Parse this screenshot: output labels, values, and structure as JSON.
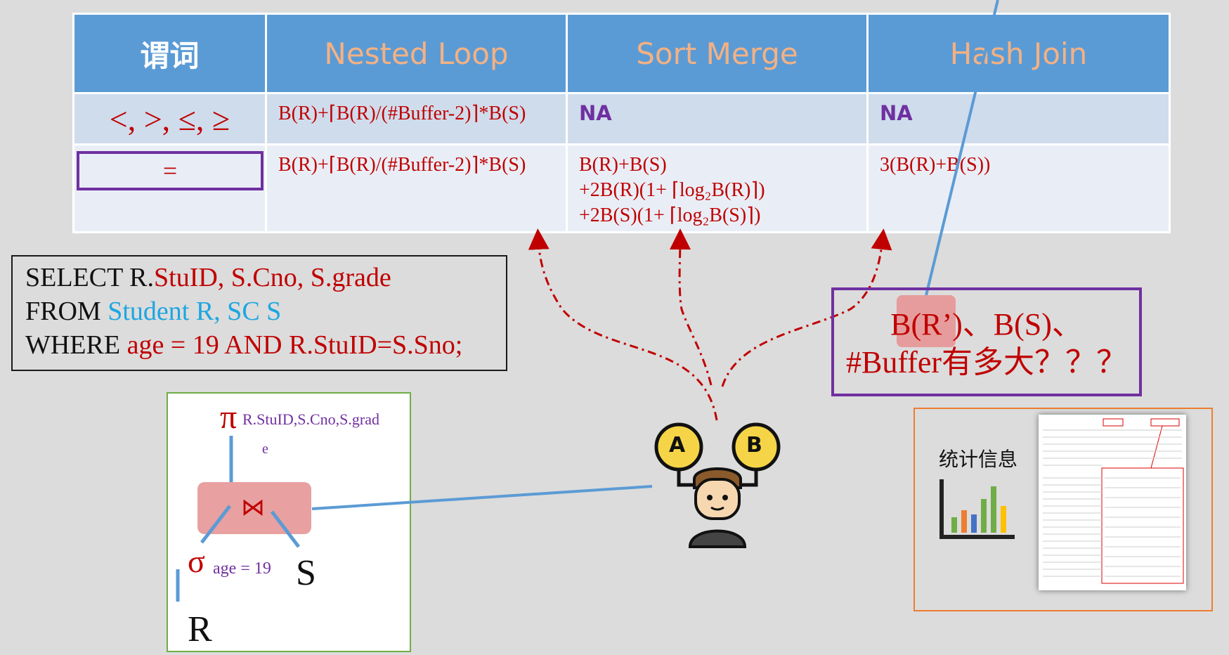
{
  "table": {
    "headers": [
      "谓词",
      "Nested Loop",
      "Sort Merge",
      "Hash Join"
    ],
    "row1": {
      "predicate": "<, >, ≤, ≥",
      "nested_loop": "B(R)+⌈B(R)/(#Buffer-2)⌉*B(S)",
      "sort_merge": "NA",
      "hash_join": "NA"
    },
    "row2": {
      "predicate": "=",
      "nested_loop": "B(R)+⌈B(R)/(#Buffer-2)⌉*B(S)",
      "sort_merge_line1": "B(R)+B(S)",
      "sort_merge_line2": "+2B(R)(1+ ⌈log₂B(R)⌉)",
      "sort_merge_line3": "+2B(S)(1+ ⌈log₂B(S)⌉)",
      "hash_join": "3(B(R)+B(S))"
    }
  },
  "sql": {
    "select_kw": "SELECT ",
    "select_r": "R.",
    "select_cols": "StuID, S.Cno, S.grade",
    "from_kw": "FROM ",
    "from_tables": "Student R, SC S",
    "where_kw": "WHERE ",
    "where_cond": "age = 19 AND R.StuID=S.Sno;"
  },
  "tree": {
    "pi": "π",
    "pi_sub_1": "R.StuID,S.Cno,S.grad",
    "pi_sub_2": "e",
    "join": "⋈",
    "sigma": "σ",
    "sigma_sub": "age = 19",
    "leaf_s": "S",
    "leaf_r": "R"
  },
  "question": {
    "line1": "B(R’)、B(S)、",
    "line2": "#Buffer有多大？？？"
  },
  "stats": {
    "label": "统计信息"
  },
  "choices": {
    "a": "A",
    "b": "B"
  },
  "colors": {
    "header_bg": "#5b9bd5",
    "header_text": "#f4b183",
    "formula": "#c00000",
    "purple": "#7030a0",
    "arrow": "#c00000",
    "line": "#5b9bd5"
  }
}
